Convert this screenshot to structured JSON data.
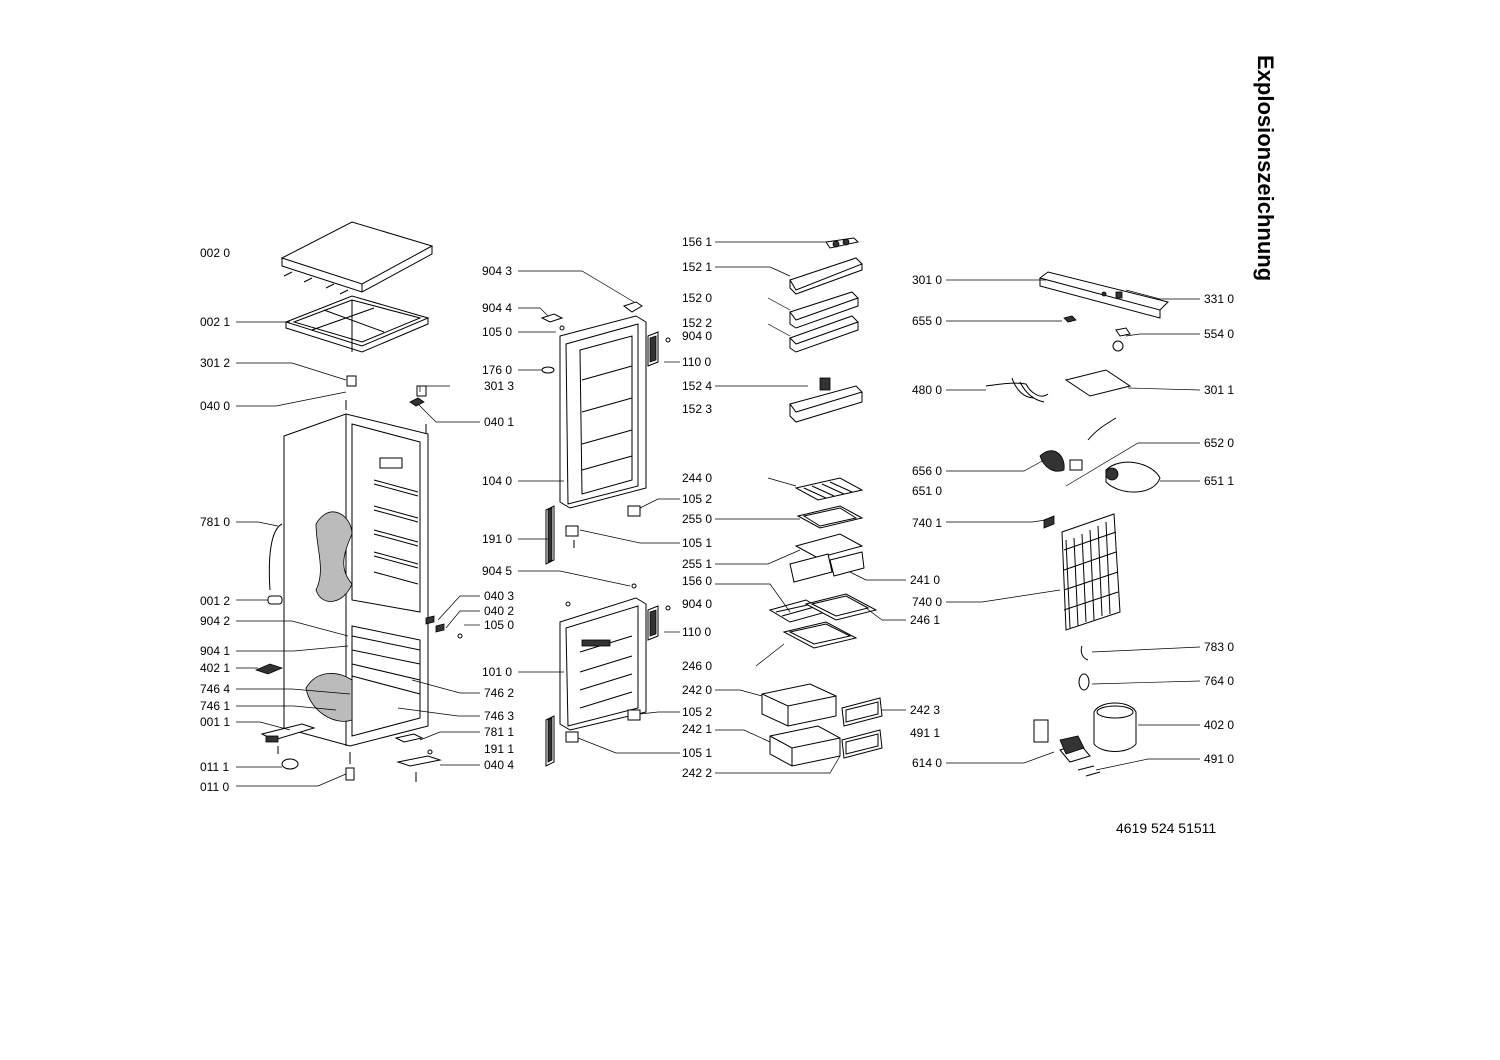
{
  "title": "Explosionszeichnung",
  "doc_number": "4619 524 51511",
  "labels": {
    "l0020": "002 0",
    "l0021": "002 1",
    "l3012": "301 2",
    "l0400": "040 0",
    "l3013": "301 3",
    "l0401": "040 1",
    "l7810": "781 0",
    "l0012": "001 2",
    "l9042": "904 2",
    "l9041": "904 1",
    "l4021": "402 1",
    "l7464": "746 4",
    "l7461": "746 1",
    "l0011": "001 1",
    "l0111": "011 1",
    "l0110": "011 0",
    "l0403": "040 3",
    "l0402": "040 2",
    "l1050b": "105 0",
    "l7462": "746 2",
    "l7463": "746 3",
    "l7811": "781 1",
    "l1911": "191 1",
    "l0404": "040 4",
    "l9043": "904 3",
    "l9044": "904 4",
    "l1050": "105 0",
    "l1760": "176 0",
    "l1040": "104 0",
    "l1910": "191 0",
    "l9045": "904 5",
    "l1010": "101 0",
    "l9040a": "904 0",
    "l1100a": "110 0",
    "l1052a": "105 2",
    "l1051a": "105 1",
    "l9040b": "904 0",
    "l1100b": "110 0",
    "l1052b": "105 2",
    "l1051b": "105 1",
    "l1561": "156 1",
    "l1521": "152 1",
    "l1520": "152 0",
    "l1522": "152 2",
    "l1524": "152 4",
    "l1523": "152 3",
    "l2440": "244 0",
    "l2550": "255 0",
    "l2551": "255 1",
    "l1560": "156 0",
    "l2460": "246 0",
    "l2420": "242 0",
    "l2421": "242 1",
    "l2422": "242 2",
    "l2410": "241 0",
    "l2461": "246 1",
    "l2423": "242 3",
    "l4911": "491 1",
    "l3010": "301 0",
    "l6550": "655 0",
    "l4800": "480 0",
    "l6560": "656 0",
    "l6510": "651 0",
    "l7401": "740 1",
    "l7400": "740 0",
    "l6140": "614 0",
    "l3310": "331 0",
    "l5540": "554 0",
    "l3011": "301 1",
    "l6520": "652 0",
    "l6511": "651 1",
    "l7830": "783 0",
    "l7640": "764 0",
    "l4020": "402 0",
    "l4910": "491 0"
  }
}
